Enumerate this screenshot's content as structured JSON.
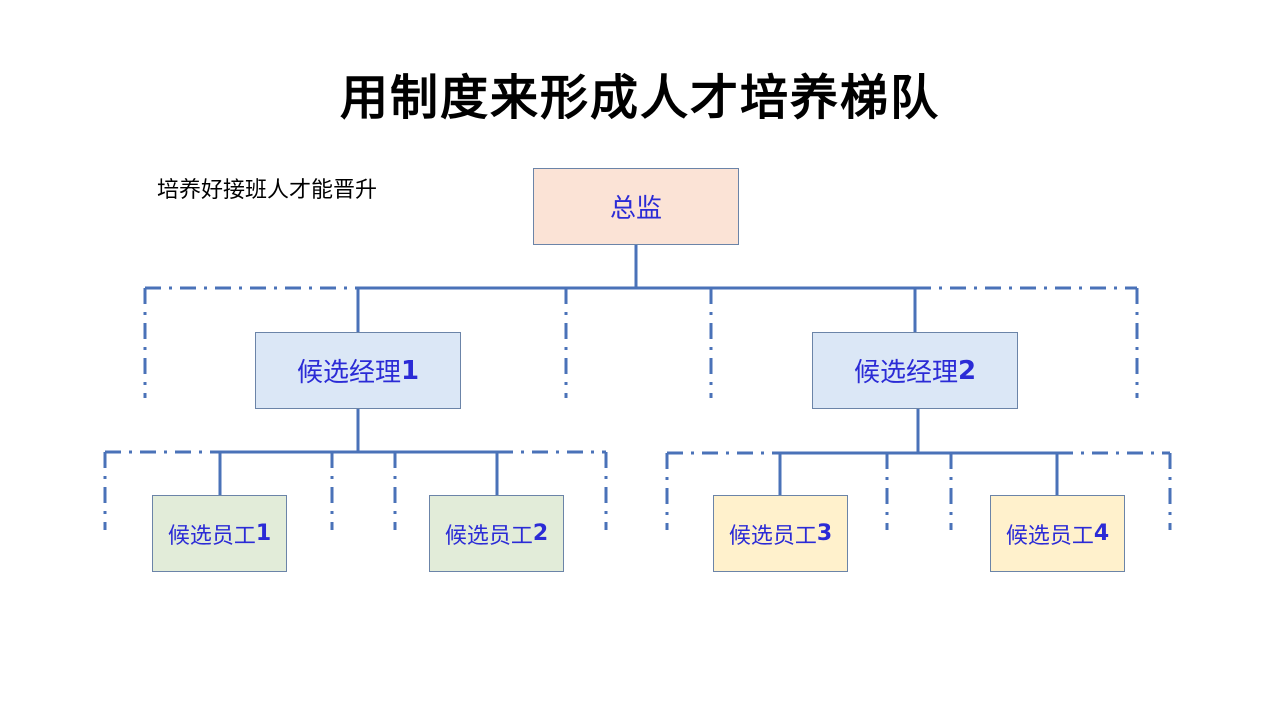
{
  "title": "用制度来形成人才培养梯队",
  "subtitle": "培养好接班人才能晋升",
  "colors": {
    "line": "#4a72b8",
    "box_border": "#6b84a8",
    "box_text": "#2b2bd6",
    "director_fill": "#fbe3d6",
    "manager_fill": "#dbe7f6",
    "employee_left_fill": "#e2ecd9",
    "employee_right_fill": "#fff1cc"
  },
  "nodes": {
    "director": {
      "label": "总监"
    },
    "manager_1": {
      "label": "候选经理",
      "number": "1"
    },
    "manager_2": {
      "label": "候选经理",
      "number": "2"
    },
    "employee_1": {
      "label": "候选员工",
      "number": "1"
    },
    "employee_2": {
      "label": "候选员工",
      "number": "2"
    },
    "employee_3": {
      "label": "候选员工",
      "number": "3"
    },
    "employee_4": {
      "label": "候选员工",
      "number": "4"
    }
  }
}
